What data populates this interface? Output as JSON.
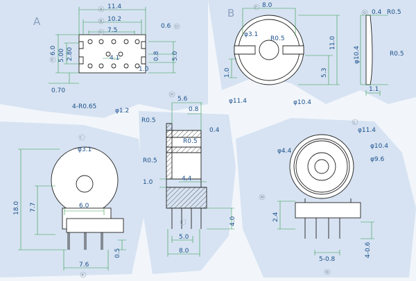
{
  "drawing": {
    "view_letters": {
      "a": "A",
      "b": "B"
    },
    "dims_a": {
      "d114": "11.4",
      "d102": "10.2",
      "d75": "7.5",
      "d06": "0.6",
      "d60": "6.0",
      "d500": "5.00",
      "d280": "2.80",
      "d41": "4.1",
      "d10": "1.0",
      "d08": "0.8",
      "d50": "5.0",
      "d070": "0.70",
      "r065": "4-R0.65",
      "p12": "φ1.2"
    },
    "dims_b": {
      "d80": "8.0",
      "p31": "φ3.1",
      "r05": "R0.5",
      "d110": "11.0",
      "d53": "5.3",
      "d10": "1.0",
      "p114": "φ11.4",
      "p104": "φ10.4"
    },
    "dims_side": {
      "d04": "0.4",
      "r05a": "R0.5",
      "p104": "φ10.4",
      "r05b": "R0.5",
      "d11": "1.1"
    },
    "dims_c": {
      "p31": "φ3.1",
      "d180": "18.0",
      "d77": "7.7",
      "d60": "6.0",
      "d05": "0.5",
      "d76": "7.6"
    },
    "dims_d": {
      "d56": "5.6",
      "d08": "0.8",
      "r05a": "R0.5",
      "d04": "0.4",
      "r05b": "R0.5",
      "r05c": "R0.5",
      "d10": "1.0",
      "d44": "4.4",
      "d40": "4.0",
      "d50": "5.0",
      "d80": "8.0"
    },
    "dims_e": {
      "p114": "φ11.4",
      "p44": "φ4.4",
      "p104": "φ10.4",
      "p96": "φ9.6",
      "d24": "2.4",
      "d406": "4-0.6",
      "d508": "5-0.8"
    },
    "bubble_letters": [
      "A",
      "B",
      "C",
      "D",
      "E",
      "F",
      "G",
      "H",
      "I",
      "J",
      "K",
      "L",
      "M",
      "N"
    ],
    "colors": {
      "dimension": "#1a4f8a",
      "extension": "#2f9a4a",
      "outline": "#202020",
      "background": "#f2f6fb"
    }
  }
}
